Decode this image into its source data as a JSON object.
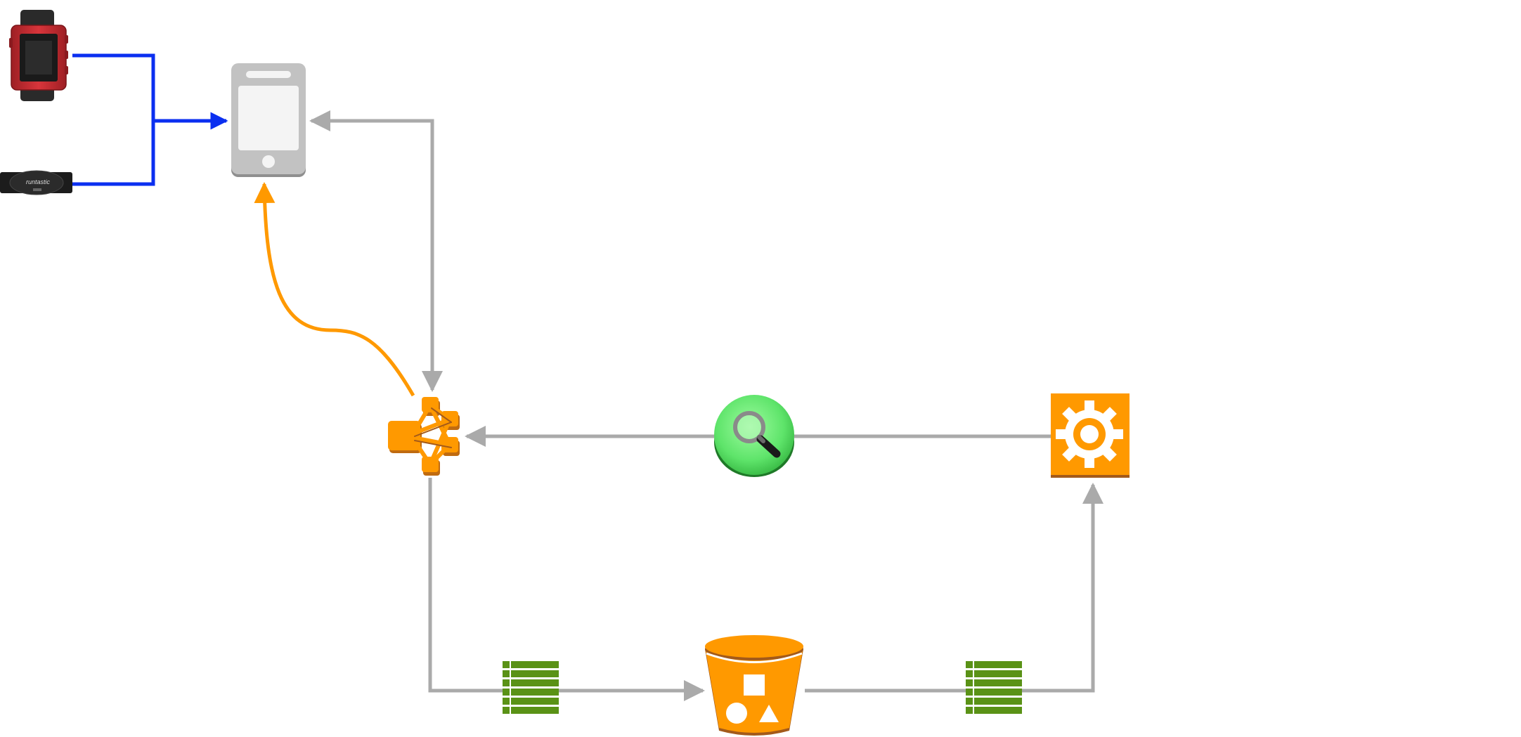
{
  "diagram": {
    "colors": {
      "background": "#ffffff",
      "connector_gray": "#aaaaaa",
      "connector_blue": "#0b2ff0",
      "connector_orange": "#ff9900",
      "aws_orange": "#ff9900",
      "aws_orange_dark": "#a35a1a",
      "phone_gray": "#bdbdbd",
      "stream_green": "#5a9216",
      "search_green": "#6ef27a",
      "watch_red": "#cc2f35",
      "strap_black": "#222222"
    },
    "nodes": [
      {
        "id": "smartwatch",
        "icon": "smartwatch-icon"
      },
      {
        "id": "heart-rate-strap",
        "icon": "heart-rate-strap-icon",
        "label": "runtastic"
      },
      {
        "id": "mobile-phone",
        "icon": "mobile-phone-icon"
      },
      {
        "id": "iot-gateway",
        "icon": "iot-network-icon"
      },
      {
        "id": "search-service",
        "icon": "magnifier-search-icon"
      },
      {
        "id": "processing-service",
        "icon": "gear-service-icon"
      },
      {
        "id": "stream-left",
        "icon": "data-stream-icon"
      },
      {
        "id": "storage-bucket",
        "icon": "storage-bucket-icon"
      },
      {
        "id": "stream-right",
        "icon": "data-stream-icon"
      }
    ],
    "edges": [
      {
        "from": "smartwatch",
        "to": "mobile-phone",
        "style": "blue-elbow"
      },
      {
        "from": "heart-rate-strap",
        "to": "mobile-phone",
        "style": "blue-elbow"
      },
      {
        "from": "mobile-phone",
        "to": "iot-gateway",
        "style": "gray-bidirectional"
      },
      {
        "from": "iot-gateway",
        "to": "mobile-phone",
        "style": "orange-curve"
      },
      {
        "from": "processing-service",
        "to": "iot-gateway",
        "style": "gray",
        "via": "search-service"
      },
      {
        "from": "iot-gateway",
        "to": "storage-bucket",
        "style": "gray",
        "via": "stream-left"
      },
      {
        "from": "storage-bucket",
        "to": "processing-service",
        "style": "gray",
        "via": "stream-right"
      }
    ]
  }
}
